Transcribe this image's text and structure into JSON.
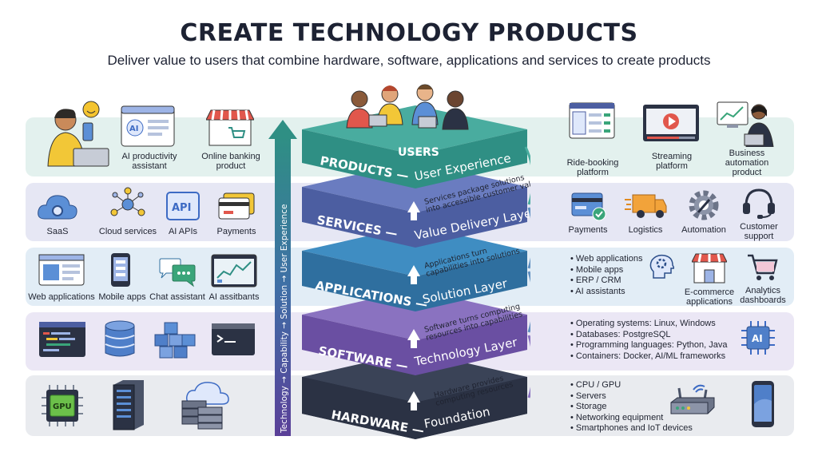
{
  "header": {
    "title": "CREATE TECHNOLOGY PRODUCTS",
    "subtitle": "Deliver value to users that combine hardware, software, applications and services to create products"
  },
  "axis_label": "Technology → Capability → Solution → User Experience",
  "stack": {
    "users": "USERS",
    "layers": [
      {
        "name": "PRODUCTS —",
        "sub": "User Experience",
        "color": "#2f8f84"
      },
      {
        "name": "SERVICES —",
        "sub": "Value Delivery Layer",
        "color": "#4c5ea1"
      },
      {
        "name": "APPLICATIONS —",
        "sub": "Solution Layer",
        "color": "#2f6f9f"
      },
      {
        "name": "SOFTWARE —",
        "sub": "Technology Layer",
        "color": "#6a4fa2"
      },
      {
        "name": "HARDWARE —",
        "sub": "Foundation",
        "color": "#2b3244"
      }
    ],
    "arrows": [
      {
        "l1": "Services package solutions",
        "l2": "into accessible customer value"
      },
      {
        "l1": "Applications turn",
        "l2": "capabilities into solutions"
      },
      {
        "l1": "Software turns computing",
        "l2": "resources into capabilities"
      },
      {
        "l1": "Hardware provides",
        "l2": "computing resources"
      }
    ]
  },
  "left": {
    "products": [
      {
        "label": "AI productivity assistant"
      },
      {
        "label": "Online banking product"
      }
    ],
    "services": [
      {
        "label": "SaaS",
        "icon": "cloud-gear-icon"
      },
      {
        "label": "Cloud services",
        "icon": "network-icon"
      },
      {
        "label": "AI APIs",
        "icon": "api-icon",
        "badge": "API"
      },
      {
        "label": "Payments",
        "icon": "card-icon"
      }
    ],
    "applications": [
      {
        "label": "Web applications"
      },
      {
        "label": "Mobile apps"
      },
      {
        "label": "Chat assistant"
      },
      {
        "label": "AI assitbants"
      }
    ],
    "software": [
      {
        "icon": "code-window-icon"
      },
      {
        "icon": "database-icon"
      },
      {
        "icon": "containers-icon"
      },
      {
        "icon": "terminal-icon"
      }
    ],
    "hardware": [
      {
        "icon": "gpu-chip-icon",
        "badge": "GPU"
      },
      {
        "icon": "server-icon"
      },
      {
        "icon": "cloud-storage-icon"
      }
    ],
    "ai_badge": "AI"
  },
  "right": {
    "products": [
      {
        "label": "Ride-booking platform"
      },
      {
        "label": "Streaming platform"
      },
      {
        "label": "Business automation product"
      }
    ],
    "services": [
      {
        "label": "Payments"
      },
      {
        "label": "Logistics"
      },
      {
        "label": "Automation"
      },
      {
        "label": "Customer support"
      }
    ],
    "applications_list": [
      "• Web applications",
      "• Mobile apps",
      "• ERP / CRM",
      "• AI assistants"
    ],
    "applications_items": [
      {
        "label": "E-commerce applications"
      },
      {
        "label": "Analytics dashboards"
      }
    ],
    "software_list": [
      "• Operating systems: Linux, Windows",
      "• Databases: PostgreSQL",
      "• Programming languages: Python, Java",
      "• Containers: Docker, AI/ML frameworks"
    ],
    "software_badge": "AI",
    "hardware_list": [
      "• CPU / GPU",
      "• Servers",
      "• Storage",
      "• Networking equipment",
      "• Smartphones and IoT devices"
    ]
  }
}
